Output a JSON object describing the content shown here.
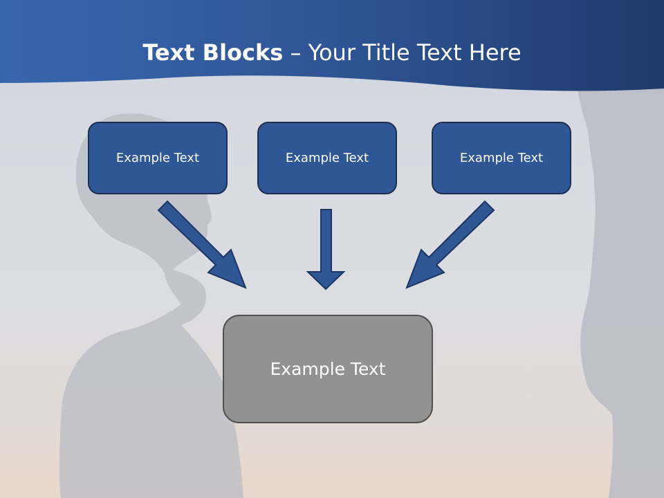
{
  "title": {
    "bold": "Text Blocks",
    "rest": " – Your Title Text Here"
  },
  "diagram": {
    "top_boxes": [
      {
        "label": "Example Text"
      },
      {
        "label": "Example Text"
      },
      {
        "label": "Example Text"
      }
    ],
    "result_box": {
      "label": "Example Text"
    }
  },
  "colors": {
    "title_band": "#2e5590",
    "box_fill": "#2f5795",
    "box_border": "#1c2f50",
    "result_fill": "#929292",
    "result_border": "#505050",
    "arrow_fill": "#2f5795",
    "arrow_stroke": "#1c3563",
    "silhouette": "#b9bcc4"
  }
}
